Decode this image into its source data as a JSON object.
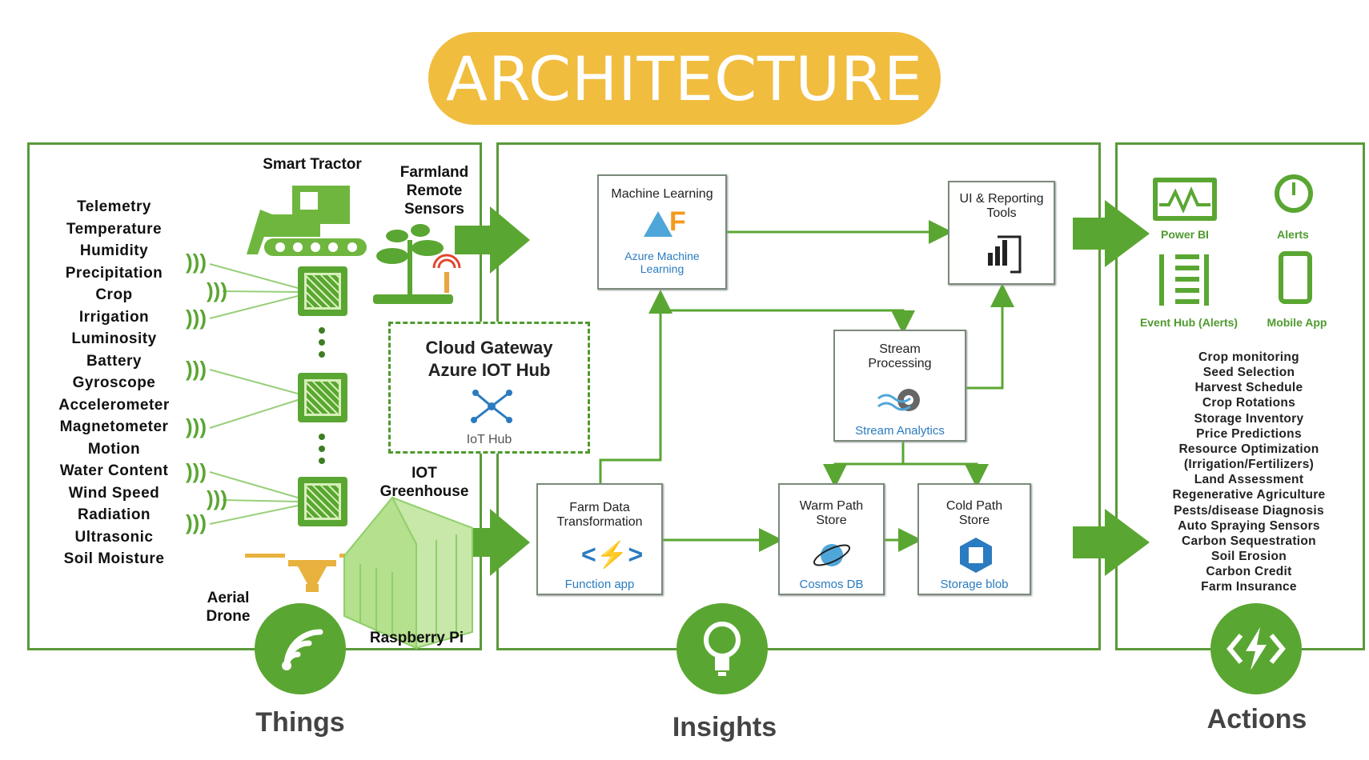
{
  "title": "ARCHITECTURE",
  "things": {
    "sensors": [
      "Telemetry",
      "Temperature",
      "Humidity",
      "Precipitation",
      "Crop",
      "Irrigation",
      "Luminosity",
      "Battery",
      "Gyroscope",
      "Accelerometer",
      "Magnetometer",
      "Motion",
      "Water Content",
      "Wind Speed",
      "Radiation",
      "Ultrasonic",
      "Soil Moisture"
    ],
    "smart_tractor": "Smart Tractor",
    "farmland_sensors": "Farmland Remote Sensors",
    "cloud_gateway": "Cloud Gateway Azure IOT Hub",
    "iot_hub_label": "IoT Hub",
    "iot_greenhouse": "IOT Greenhouse",
    "aerial_drone": "Aerial Drone",
    "raspberry_pi": "Raspberry Pi",
    "footer": "Things"
  },
  "insights": {
    "ml_title": "Machine Learning",
    "ml_sub": "Azure Machine Learning",
    "ui_title": "UI & Reporting Tools",
    "stream_title": "Stream Processing",
    "stream_sub": "Stream Analytics",
    "farm_title": "Farm Data Transformation",
    "farm_sub": "Function app",
    "warm_title": "Warm Path Store",
    "warm_sub": "Cosmos DB",
    "cold_title": "Cold Path Store",
    "cold_sub": "Storage blob",
    "footer": "Insights"
  },
  "actions": {
    "power_bi": "Power BI",
    "alerts": "Alerts",
    "event_hub": "Event Hub (Alerts)",
    "mobile_app": "Mobile App",
    "items": [
      "Crop monitoring",
      "Seed Selection",
      "Harvest Schedule",
      "Crop Rotations",
      "Storage Inventory",
      "Price Predictions",
      "Resource Optimization",
      "(Irrigation/Fertilizers)",
      "Land Assessment",
      "Regenerative Agriculture",
      "Pests/disease Diagnosis",
      "Auto Spraying Sensors",
      "Carbon Sequestration",
      "Soil Erosion",
      "Carbon Credit",
      "Farm Insurance"
    ],
    "footer": "Actions"
  },
  "colors": {
    "accent_yellow": "#f1bd3f",
    "green": "#5aa632",
    "blue": "#2a7bc0"
  }
}
